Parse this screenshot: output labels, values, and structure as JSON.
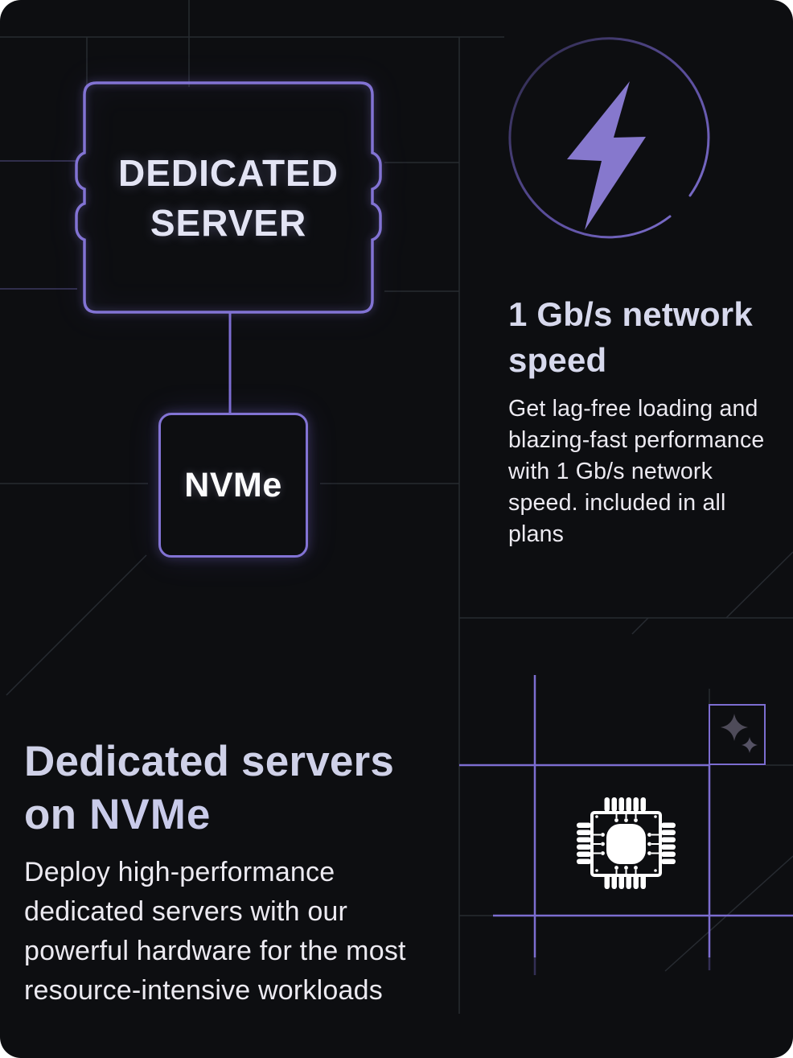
{
  "card": {
    "bg": "#0d0e11",
    "accent": "#7c6dd0",
    "glow": "#8273d4"
  },
  "diagram": {
    "server_box_lines": [
      "DEDICATED",
      "SERVER"
    ],
    "nvme_label": "NVMe"
  },
  "features": {
    "network": {
      "icon": "lightning-icon",
      "title_lines": [
        "1 Gb/s network",
        "speed"
      ],
      "description_lines": [
        "Get lag-free loading and",
        "blazing-fast performance",
        "with 1 Gb/s network",
        "speed. included in all",
        "plans"
      ]
    },
    "nvme": {
      "icon": "cpu-chip-icon",
      "title_line1": "Dedicated servers",
      "title_line2_word": "on",
      "title_line2_highlight": "NVMe",
      "description_lines": [
        "Deploy high-performance",
        "dedicated servers with our",
        "powerful hardware for the most",
        "resource-intensive workloads"
      ]
    }
  },
  "decor": {
    "sparkles_icon": "sparkles-icon",
    "chip_icon": "cpu-chip-icon",
    "colors": {
      "bolt": "#8678cd",
      "line_gray": "#272b31",
      "line_purple": "#7c6dd0",
      "star_big": "#4e4b59",
      "star_small": "#555264"
    }
  }
}
